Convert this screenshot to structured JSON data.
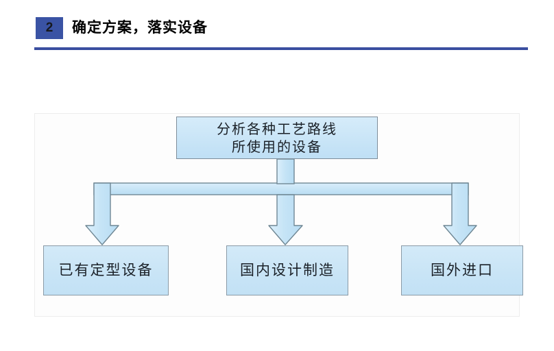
{
  "header": {
    "badge_number": "2",
    "title": "确定方案，落实设备",
    "badge_color": "#3a53a4",
    "rule_color": "#3a4fa0"
  },
  "diagram": {
    "type": "flowchart",
    "orientation": "top-down",
    "root": {
      "id": "analyze-equipment",
      "label": "分析各种工艺路线\n所使用的设备"
    },
    "children": [
      {
        "id": "existing-equipment",
        "label": "已有定型设备"
      },
      {
        "id": "domestic-manufacture",
        "label": "国内设计制造"
      },
      {
        "id": "foreign-import",
        "label": "国外进口"
      }
    ],
    "connector_style": "block-arrow",
    "node_fill": "#c9e5f7",
    "node_border": "#8a9aa6",
    "connector_fill": "#c6e4f6",
    "connector_stroke": "#6f8794"
  }
}
